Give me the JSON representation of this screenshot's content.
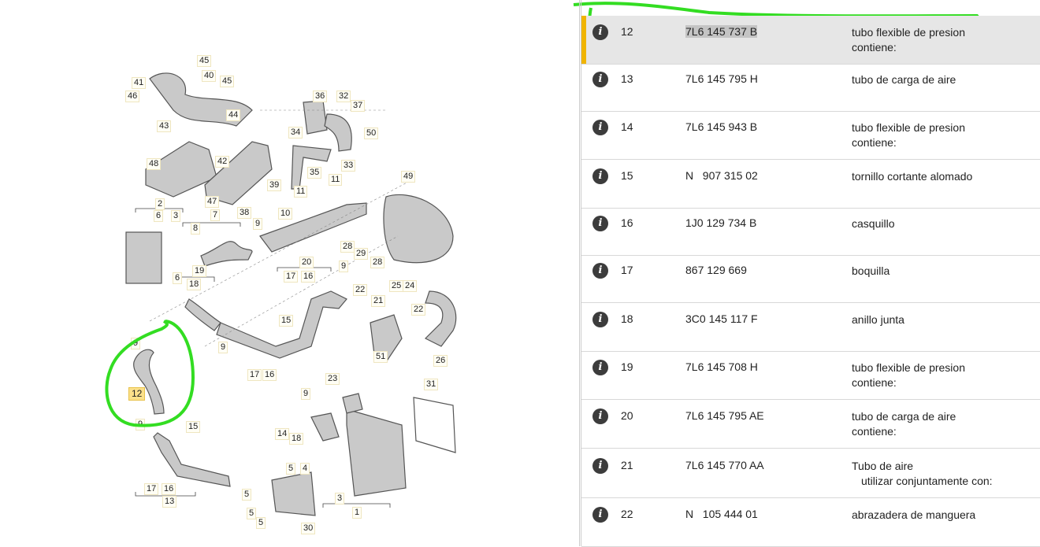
{
  "diagram": {
    "callouts": [
      "45",
      "40",
      "45",
      "41",
      "46",
      "44",
      "36",
      "32",
      "37",
      "43",
      "34",
      "50",
      "42",
      "48",
      "33",
      "35",
      "39",
      "11",
      "49",
      "11",
      "47",
      "38",
      "2",
      "6",
      "3",
      "7",
      "10",
      "9",
      "8",
      "28",
      "29",
      "28",
      "20",
      "19",
      "17",
      "16",
      "9",
      "6",
      "18",
      "25",
      "24",
      "22",
      "21",
      "22",
      "15",
      "9",
      "9",
      "51",
      "26",
      "17",
      "16",
      "23",
      "31",
      "12",
      "9",
      "9",
      "15",
      "14",
      "18",
      "4",
      "5",
      "17",
      "16",
      "13",
      "5",
      "3",
      "5",
      "5",
      "1",
      "30"
    ],
    "selected_callout": "12"
  },
  "parts": [
    {
      "pos": "12",
      "number": "7L6 145 737 B",
      "desc": "tubo flexible de presion",
      "desc2": "contiene:",
      "selected": true
    },
    {
      "pos": "13",
      "number": "7L6 145 795 H",
      "desc": "tubo de carga de aire",
      "desc2": ""
    },
    {
      "pos": "14",
      "number": "7L6 145 943 B",
      "desc": "tubo flexible de presion",
      "desc2": "contiene:"
    },
    {
      "pos": "15",
      "number": "N   907 315 02",
      "desc": "tornillo cortante alomado",
      "desc2": ""
    },
    {
      "pos": "16",
      "number": "1J0 129 734 B",
      "desc": "casquillo",
      "desc2": ""
    },
    {
      "pos": "17",
      "number": "867 129 669",
      "desc": "boquilla",
      "desc2": ""
    },
    {
      "pos": "18",
      "number": "3C0 145 117 F",
      "desc": "anillo junta",
      "desc2": ""
    },
    {
      "pos": "19",
      "number": "7L6 145 708 H",
      "desc": "tubo flexible de presion",
      "desc2": "contiene:"
    },
    {
      "pos": "20",
      "number": "7L6 145 795 AE",
      "desc": "tubo de carga de aire",
      "desc2": "contiene:"
    },
    {
      "pos": "21",
      "number": "7L6 145 770 AA",
      "desc": "Tubo de aire",
      "desc2": "utilizar conjuntamente con:",
      "indent": true
    },
    {
      "pos": "22",
      "number": "N   105 444 01",
      "desc": "abrazadera de manguera",
      "desc2": ""
    }
  ],
  "info_icon_glyph": "i",
  "colors": {
    "accent": "#f0b400",
    "selected_row": "#e6e6e6",
    "annotation": "#33dd22"
  }
}
